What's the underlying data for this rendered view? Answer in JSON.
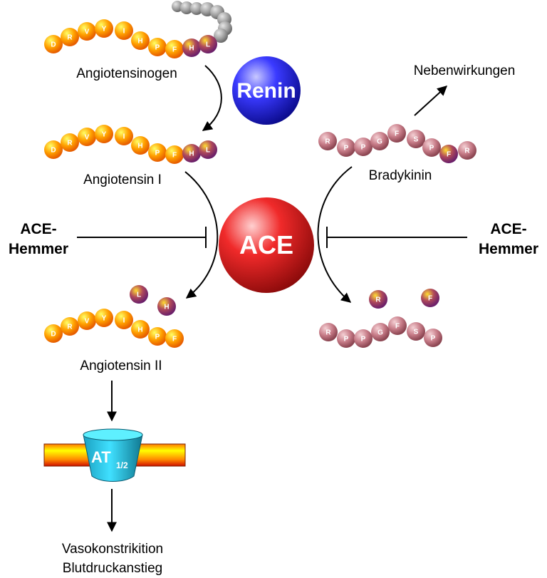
{
  "labels": {
    "angiotensinogen": "Angiotensinogen",
    "angiotensin1": "Angiotensin I",
    "angiotensin2": "Angiotensin II",
    "bradykinin": "Bradykinin",
    "nebenwirkungen": "Nebenwirkungen",
    "vaso_line1": "Vasokonstrikition",
    "vaso_line2": "Blutdruckanstieg"
  },
  "enzymes": {
    "renin": "Renin",
    "ace": "ACE"
  },
  "inhibitor": {
    "line1": "ACE-",
    "line2": "Hemmer"
  },
  "receptor": {
    "main": "AT",
    "sub": "1/2"
  },
  "peptides": {
    "angiotensinogen": [
      "D",
      "R",
      "V",
      "Y",
      "I",
      "H",
      "P",
      "F",
      "H",
      "L"
    ],
    "angiotensin1": [
      "D",
      "R",
      "V",
      "Y",
      "I",
      "H",
      "P",
      "F",
      "H",
      "L"
    ],
    "cleaved_dipeptide": [
      "L",
      "H"
    ],
    "angiotensin2": [
      "D",
      "R",
      "V",
      "Y",
      "I",
      "H",
      "P",
      "F"
    ],
    "bradykinin": [
      "R",
      "P",
      "P",
      "G",
      "F",
      "S",
      "P",
      "F",
      "R"
    ],
    "cleaved_bradykinin": [
      "R",
      "F"
    ],
    "bradykinin_fragment": [
      "R",
      "P",
      "P",
      "G",
      "F",
      "S",
      "P"
    ]
  },
  "colors": {
    "orange_bead": "#ff8a00",
    "purple_bead": "#8a3a8a",
    "pink_bead": "#c47a86",
    "renin": "#2a2ae0",
    "ace": "#e02020",
    "receptor": "#22c8e8"
  }
}
